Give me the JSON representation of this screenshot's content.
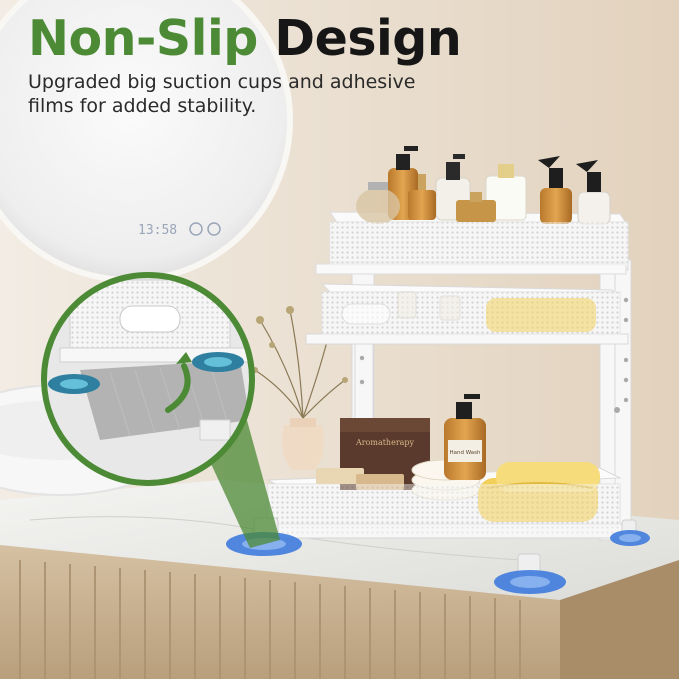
{
  "headline": {
    "accent_text": "Non-Slip",
    "rest_text": " Design",
    "accent_color": "#4c8a35"
  },
  "subtitle": "Upgraded big suction cups and adhesive films for added stability.",
  "mirror_display": {
    "time_text": "13:58"
  },
  "products": {
    "box_label": "Aromatherapy",
    "bottle_label": "Hand Wash"
  },
  "colors": {
    "suction_cup": "#3f7bdc",
    "inset_border": "#4c8a35",
    "towel": "#f3d56a",
    "cabinet": "#c9b393"
  },
  "icons": [
    "suction-cup-icon",
    "curved-arrow-icon"
  ]
}
